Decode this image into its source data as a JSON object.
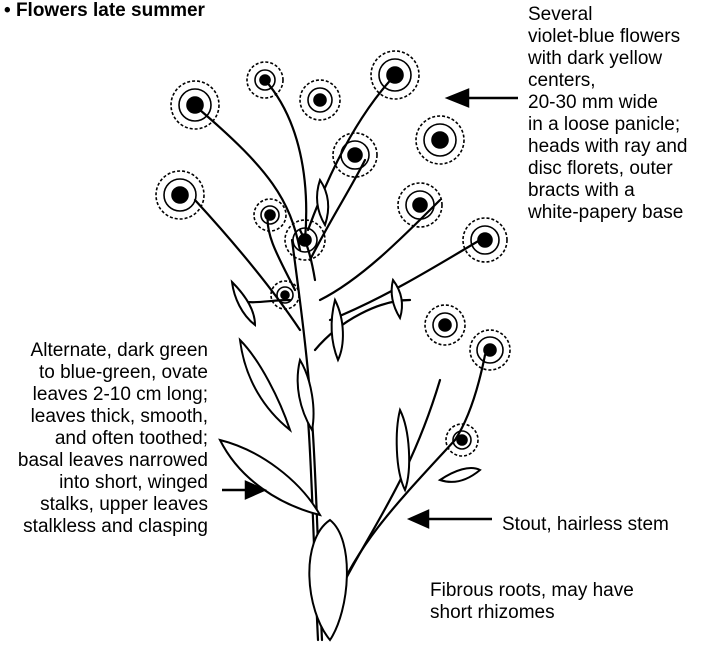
{
  "header": {
    "bullet": "•",
    "text": "Flowers late summer"
  },
  "annotations": {
    "flowers": [
      "Several",
      "violet-blue flowers",
      "with dark yellow",
      "centers,",
      "20-30 mm wide",
      "in a loose panicle;",
      "heads with ray and",
      "disc florets, outer",
      "bracts with a",
      "white-papery base"
    ],
    "leaves": [
      "Alternate, dark green",
      "to blue-green, ovate",
      "leaves 2-10 cm long;",
      "leaves thick, smooth,",
      "and often toothed;",
      "basal leaves narrowed",
      "into short, winged",
      "stalks, upper leaves",
      "stalkless and clasping"
    ],
    "stem": [
      "Stout, hairless stem"
    ],
    "roots": [
      "Fibrous roots, may have",
      "short rhizomes"
    ]
  }
}
